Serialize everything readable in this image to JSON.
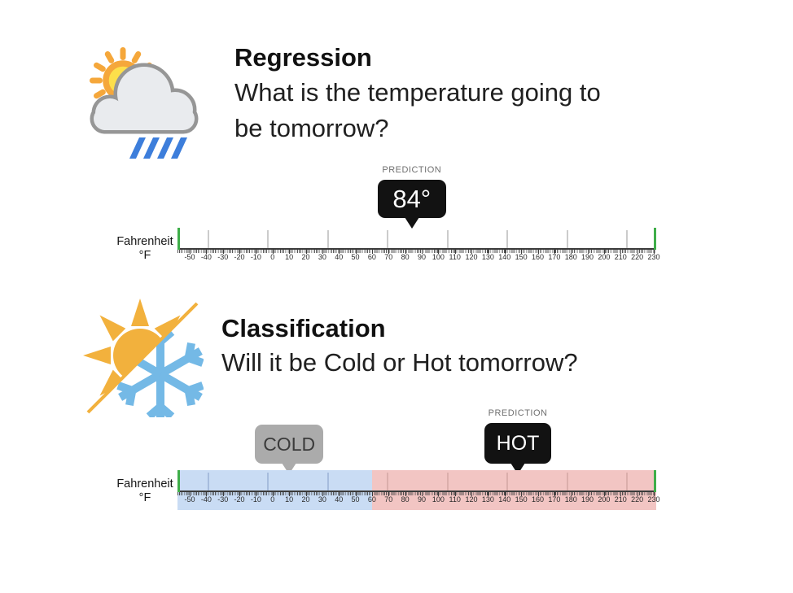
{
  "slide": {
    "background": "#ffffff"
  },
  "scale_axis": {
    "label_line1": "Fahrenheit",
    "label_line2": "°F",
    "min": -50,
    "max": 230,
    "step": 10,
    "tick_labels": [
      "-50",
      "-40",
      "-30",
      "-20",
      "-10",
      "0",
      "10",
      "20",
      "30",
      "40",
      "50",
      "60",
      "70",
      "80",
      "90",
      "100",
      "110",
      "120",
      "130",
      "140",
      "150",
      "160",
      "170",
      "180",
      "190",
      "200",
      "210",
      "220",
      "230"
    ],
    "end_marker_color": "#3fae49",
    "axis_line_color": "#3b3b3b",
    "tall_tick_color": "#cbcbcb",
    "label_color": "#2a2a2a"
  },
  "regression": {
    "title": "Regression",
    "question_line1": "What is the temperature going to",
    "question_line2": "be tomorrow?",
    "icon": "sun-cloud-rain-icon",
    "prediction": {
      "label": "PREDICTION",
      "value": "84°",
      "points_at": 84,
      "bubble_color": "#121212",
      "text_color": "#ffffff"
    }
  },
  "classification": {
    "title": "Classification",
    "question_line1": "Will it be Cold or Hot tomorrow?",
    "icon": "sun-snowflake-icon",
    "cold": {
      "label": "COLD",
      "range_from": -50,
      "range_to": 60,
      "points_at": 10,
      "band_color": "#c9dcf4",
      "band_divider_color": "#a6bcdd",
      "bubble_color": "#ababab",
      "text_color": "#3b3b3b"
    },
    "hot": {
      "label": "HOT",
      "prediction_label": "PREDICTION",
      "range_from": 60,
      "range_to": 230,
      "points_at": 148,
      "band_color": "#f2c5c3",
      "band_divider_color": "#dbaeab",
      "bubble_color": "#121212",
      "text_color": "#ffffff"
    }
  }
}
